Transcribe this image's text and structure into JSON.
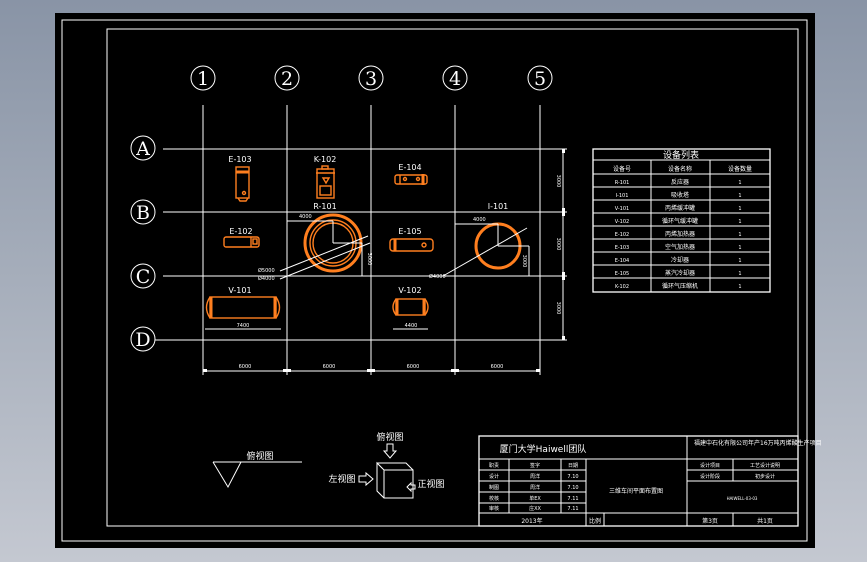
{
  "drawing": {
    "grid_columns": [
      "1",
      "2",
      "3",
      "4",
      "5"
    ],
    "grid_rows": [
      "A",
      "B",
      "C",
      "D"
    ],
    "column_spacing_dims": [
      "6000",
      "6000",
      "6000",
      "6000"
    ],
    "row_spacing_dims": [
      "3000",
      "3000",
      "3000"
    ],
    "equipment": [
      {
        "tag": "E-103"
      },
      {
        "tag": "K-102"
      },
      {
        "tag": "E-104"
      },
      {
        "tag": "R-101",
        "dims": [
          "4000",
          "Ø5000",
          "Ø4000",
          "3000"
        ]
      },
      {
        "tag": "I-101",
        "dims": [
          "4000",
          "Ø4000",
          "3000"
        ]
      },
      {
        "tag": "E-102"
      },
      {
        "tag": "E-105"
      },
      {
        "tag": "V-101",
        "dims": [
          "7400"
        ]
      },
      {
        "tag": "V-102",
        "dims": [
          "4400"
        ]
      }
    ],
    "accent_color": "#ff7f1f"
  },
  "equipment_table": {
    "title": "设备列表",
    "headers": [
      "设备号",
      "设备名称",
      "设备数量"
    ],
    "rows": [
      [
        "R-101",
        "反应器",
        "1"
      ],
      [
        "I-101",
        "吸收塔",
        "1"
      ],
      [
        "V-101",
        "丙烯缓冲罐",
        "1"
      ],
      [
        "V-102",
        "循环气缓冲罐",
        "1"
      ],
      [
        "E-102",
        "丙烯加热器",
        "1"
      ],
      [
        "E-103",
        "空气加热器",
        "1"
      ],
      [
        "E-104",
        "冷却器",
        "1"
      ],
      [
        "E-105",
        "蒸汽冷却器",
        "1"
      ],
      [
        "K-102",
        "循环气压缩机",
        "1"
      ]
    ]
  },
  "view_legend": {
    "section_label": "俯视图",
    "top_label": "俯视图",
    "left_label": "左视图",
    "front_label": "正视图"
  },
  "title_block": {
    "team": "厦门大学Haiwell团队",
    "project": "福建中石化有限公司年产16万吨丙烯酸生产项目",
    "sign_headers": [
      "职责",
      "签字",
      "日期"
    ],
    "sign_rows": [
      [
        "设计",
        "周洋",
        "7.10"
      ],
      [
        "制图",
        "周洋",
        "7.10"
      ],
      [
        "校核",
        "单EX",
        "7.11"
      ],
      [
        "审核",
        "庄XX",
        "7.11"
      ]
    ],
    "drawing_name": "三维车间平面布置图",
    "design_item_label": "设计项目",
    "design_item_value": "工艺设计说明",
    "design_stage_label": "设计阶段",
    "design_stage_value": "初步设计",
    "drawing_number": "HAIWELL-03-03",
    "year": "2013年",
    "scale_label": "比例",
    "scale_value": "",
    "sheet": "第3页",
    "total": "共1页"
  }
}
